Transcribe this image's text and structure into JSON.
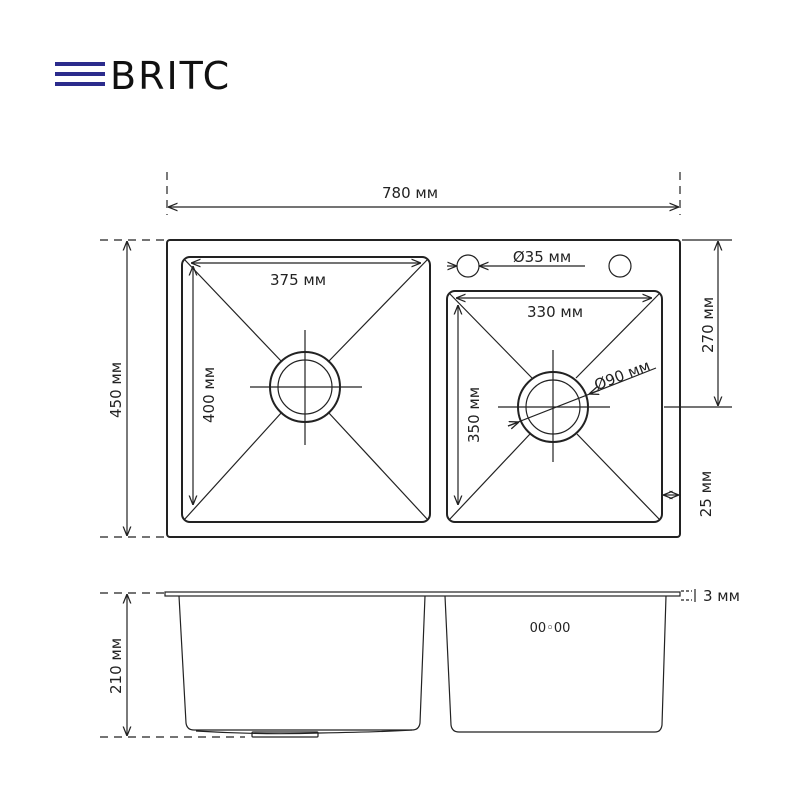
{
  "logo": {
    "text": "BRITC",
    "bar_color": "#2b2b8c"
  },
  "plan_view": {
    "overall_width": "780 мм",
    "overall_depth": "450 мм",
    "left_bowl_width": "375 мм",
    "left_bowl_depth": "400 мм",
    "right_bowl_width": "330 мм",
    "right_bowl_depth": "350 мм",
    "tap_hole_diameter": "Ø35 мм",
    "drain_diameter": "Ø90 мм",
    "right_bowl_offset": "270 мм",
    "edge_margin": "25 мм"
  },
  "side_view": {
    "depth": "210 мм",
    "rim_thickness": "3 мм",
    "overflow_mark": "00◦00"
  }
}
